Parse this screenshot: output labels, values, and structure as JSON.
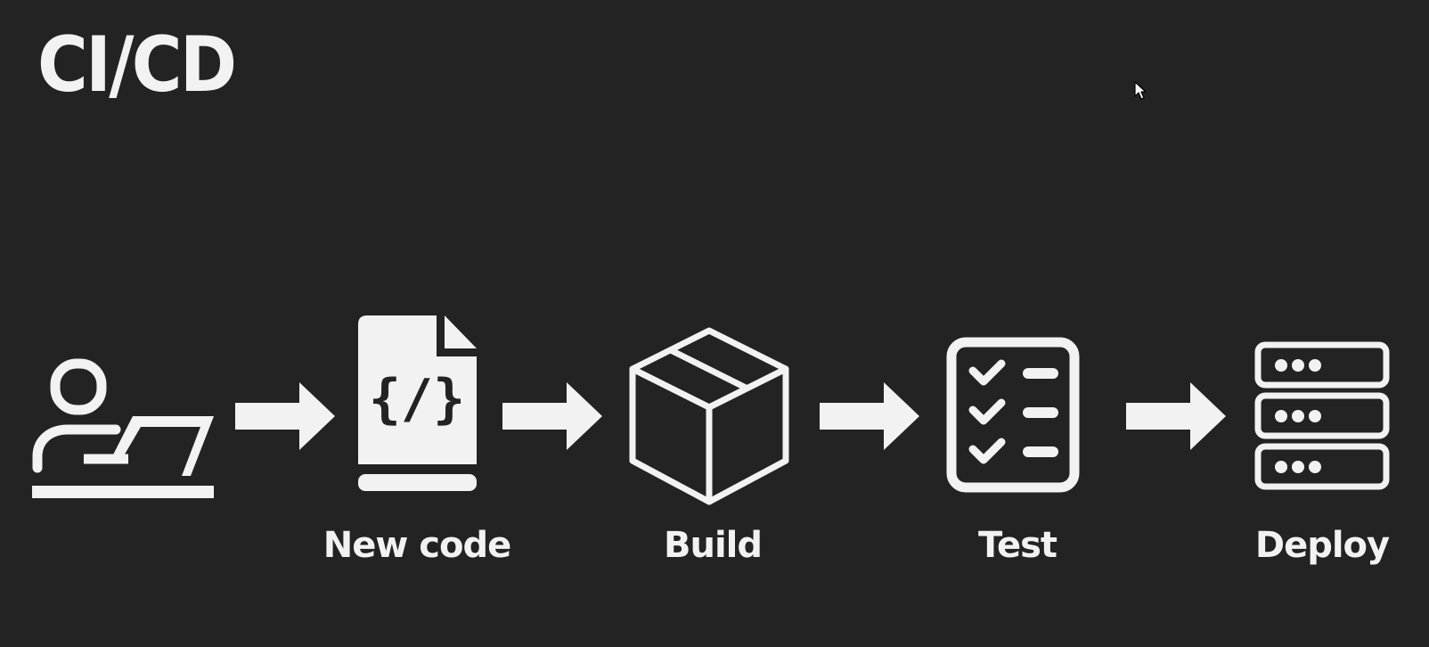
{
  "title": "CI/CD",
  "colors": {
    "background": "#232323",
    "foreground": "#f2f2f2"
  },
  "steps": [
    {
      "id": "developer",
      "icon": "developer-laptop-icon",
      "label": ""
    },
    {
      "id": "new-code",
      "icon": "code-file-icon",
      "label": "New code"
    },
    {
      "id": "build",
      "icon": "package-box-icon",
      "label": "Build"
    },
    {
      "id": "test",
      "icon": "checklist-icon",
      "label": "Test"
    },
    {
      "id": "deploy",
      "icon": "server-stack-icon",
      "label": "Deploy"
    }
  ],
  "connectors": [
    "arrow-right-icon",
    "arrow-right-icon",
    "arrow-right-icon",
    "arrow-right-icon"
  ]
}
